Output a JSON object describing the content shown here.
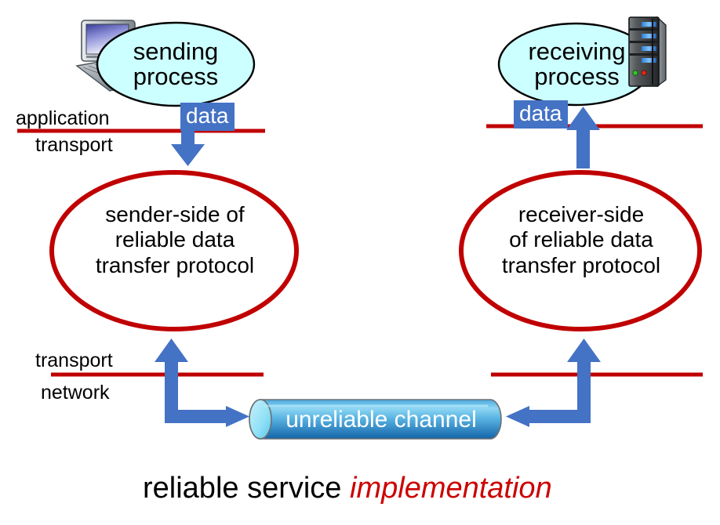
{
  "diagram": {
    "title_plain": "reliable service",
    "title_emphasis": "implementation",
    "colors": {
      "red_line": "#C00000",
      "red_ellipse": "#C00000",
      "blue_arrow": "#4472C4",
      "process_fill": "#CCFFFF",
      "channel_top": "#6FC7EE",
      "channel_bottom": "#1B74BC",
      "channel_cap": "#9FE3F7",
      "data_badge_bg": "#4472C4",
      "data_badge_text": "#FFFFFF",
      "caption_emphasis": "#CC0000",
      "text": "#000000"
    }
  },
  "left": {
    "host_icon": "desktop-computer-icon",
    "process_line1": "sending",
    "process_line2": "process",
    "data_badge": "data",
    "layer_upper": "application",
    "layer_lower": "transport",
    "protocol_line1": "sender-side of",
    "protocol_line2": "reliable data",
    "protocol_line3": "transfer protocol",
    "layer2_upper": "transport",
    "layer2_lower": "network"
  },
  "right": {
    "host_icon": "server-rack-icon",
    "process_line1": "receiving",
    "process_line2": "process",
    "data_badge": "data",
    "protocol_line1": "receiver-side",
    "protocol_line2": "of reliable data",
    "protocol_line3": "transfer protocol"
  },
  "channel": {
    "label": "unreliable channel"
  }
}
